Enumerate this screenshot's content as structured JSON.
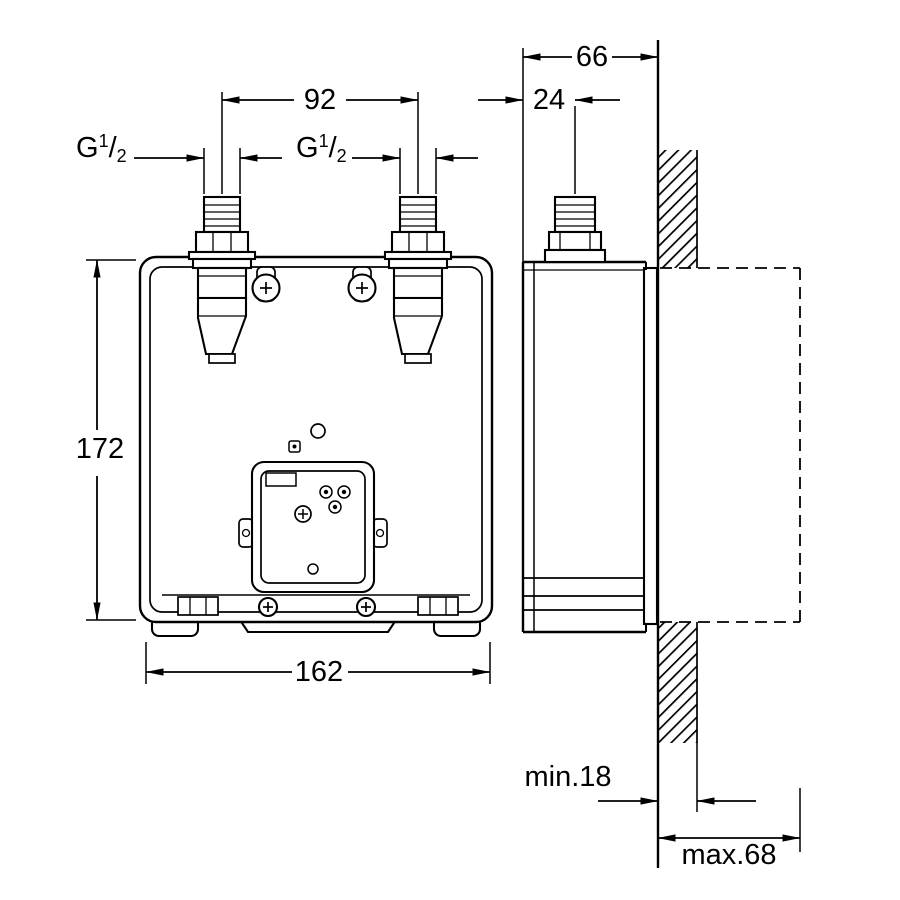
{
  "colors": {
    "line": "#000000",
    "background": "#ffffff"
  },
  "dimensions": {
    "port_spacing": "92",
    "box_depth": "66",
    "port_offset": "24",
    "box_height": "172",
    "box_width": "162",
    "plaster_min": "min.18",
    "plaster_max": "max.68"
  },
  "thread_left": {
    "base": "G",
    "sup": "1",
    "slash": "/",
    "sub": "2"
  },
  "thread_right": {
    "base": "G",
    "sup": "1",
    "slash": "/",
    "sub": "2"
  }
}
